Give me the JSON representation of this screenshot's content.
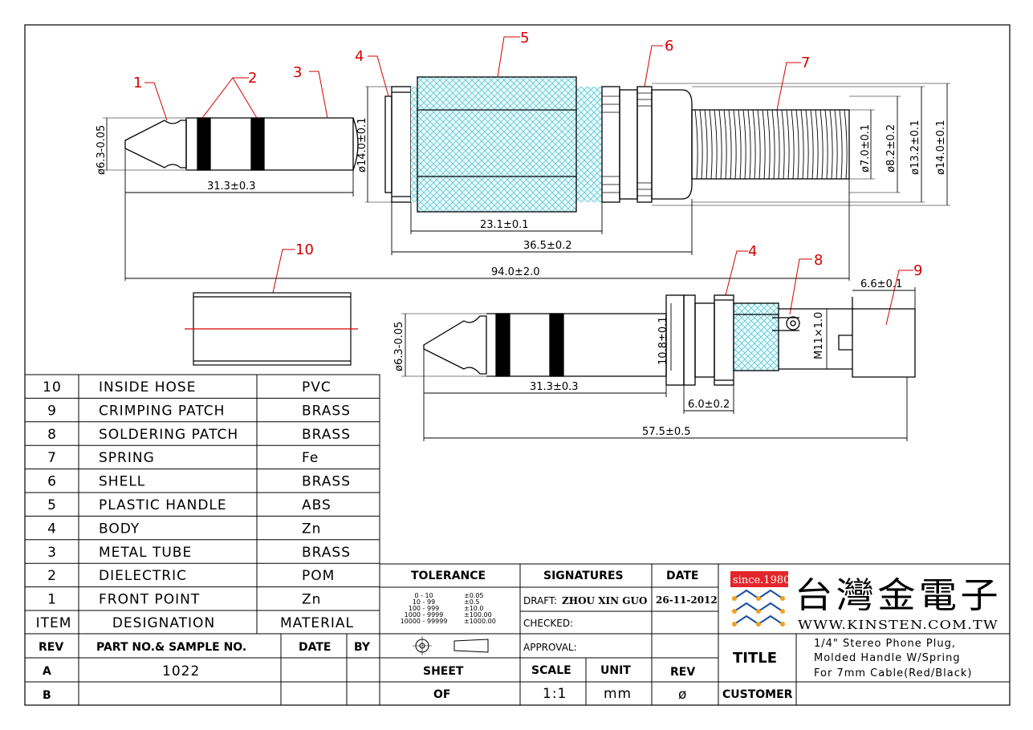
{
  "callouts": [
    "1",
    "2",
    "3",
    "4",
    "5",
    "6",
    "7",
    "4",
    "8",
    "9",
    "10"
  ],
  "dims": {
    "tip_dia_top": "ø6.3-0.05",
    "plug_len_top": "31.3±0.3",
    "body_dia_top": "ø14.0±0.1",
    "handle_len": "23.1±0.1",
    "shell_len": "36.5±0.2",
    "overall_len": "94.0±2.0",
    "spring_id": "ø7.0±0.1",
    "spring_od": "ø8.2±0.2",
    "handle_od": "ø13.2±0.1",
    "max_od": "ø14.0±0.1",
    "tip_dia_bot": "ø6.3-0.05",
    "plug_len_bot": "31.3±0.3",
    "body_dia_bot": "10.8±0.1",
    "flange_len": "6.0±0.2",
    "thread": "M11×1.0",
    "crimp_len": "6.6±0.1",
    "total_bot": "57.5±0.5"
  },
  "bom": [
    {
      "item": "10",
      "designation": "INSIDE HOSE",
      "material": "PVC"
    },
    {
      "item": "9",
      "designation": "CRIMPING PATCH",
      "material": "BRASS"
    },
    {
      "item": "8",
      "designation": "SOLDERING PATCH",
      "material": "BRASS"
    },
    {
      "item": "7",
      "designation": "SPRING",
      "material": "Fe"
    },
    {
      "item": "6",
      "designation": "SHELL",
      "material": "BRASS"
    },
    {
      "item": "5",
      "designation": "PLASTIC HANDLE",
      "material": "ABS"
    },
    {
      "item": "4",
      "designation": "BODY",
      "material": "Zn"
    },
    {
      "item": "3",
      "designation": "METAL TUBE",
      "material": "BRASS"
    },
    {
      "item": "2",
      "designation": "DIELECTRIC",
      "material": "POM"
    },
    {
      "item": "1",
      "designation": "FRONT POINT",
      "material": "Zn"
    }
  ],
  "bom_header": {
    "item": "ITEM",
    "designation": "DESIGNATION",
    "material": "MATERIAL"
  },
  "rev_table": {
    "headers": [
      "REV",
      "PART NO.& SAMPLE NO.",
      "DATE",
      "BY"
    ],
    "rows": [
      [
        "A",
        "1022",
        "",
        ""
      ],
      [
        "B",
        "",
        "",
        ""
      ]
    ]
  },
  "tolerance": {
    "title": "TOLERANCE",
    "ranges": [
      "0 - 10",
      "10 - 99",
      "100 - 999",
      "1000 - 9999",
      "10000 - 99999"
    ],
    "values": [
      "±0.05",
      "±0.5",
      "±10.0",
      "±100.00",
      "±1000.00"
    ]
  },
  "signatures": {
    "title": "SIGNATURES",
    "date_title": "DATE",
    "draft_label": "DRAFT:",
    "draft_name": "ZHOU XIN GUO",
    "draft_date": "26-11-2012",
    "checked_label": "CHECKED:",
    "approval_label": "APPROVAL:"
  },
  "sheet": {
    "sheet": "SHEET",
    "of": "OF",
    "scale": "SCALE",
    "scale_val": "1:1",
    "unit": "UNIT",
    "unit_val": "mm",
    "rev": "REV",
    "rev_val": "ø"
  },
  "logo": {
    "since": "since.1980",
    "chinese": "台灣金電子",
    "url": "WWW.KINSTEN.COM.TW"
  },
  "title_block": {
    "title_label": "TITLE",
    "title_lines": [
      "1/4\" Stereo Phone Plug,",
      "Molded Handle W/Spring",
      "For 7mm Cable(Red/Black)"
    ],
    "customer_label": "CUSTOMER"
  },
  "colors": {
    "callout": "#d40000",
    "hatch": "#5fc9d6",
    "logo_red": "#e3262b",
    "logo_blue": "#1a4fa0",
    "logo_orange": "#f0a020"
  }
}
